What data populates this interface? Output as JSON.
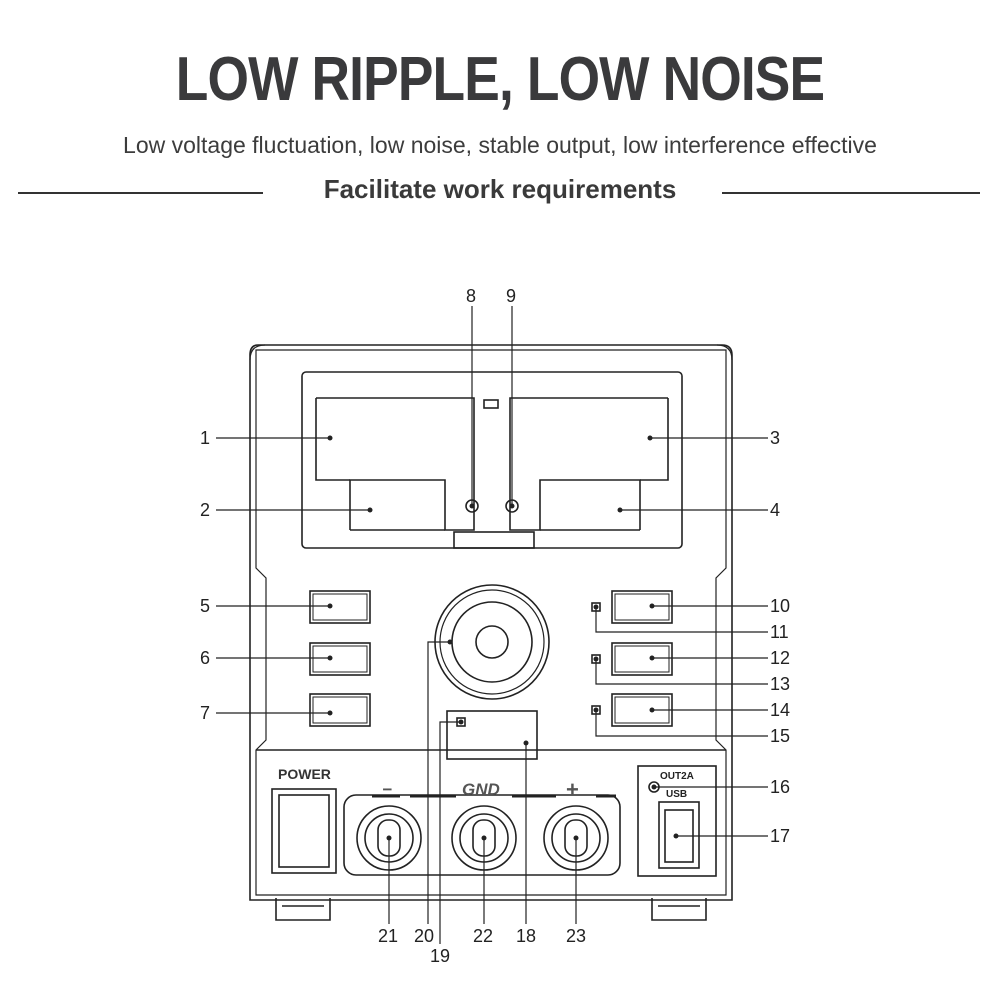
{
  "header": {
    "title": "LOW RIPPLE, LOW NOISE",
    "subtitle": "Low voltage fluctuation, low noise, stable output, low interference effective",
    "section": "Facilitate work requirements"
  },
  "panel": {
    "power_label": "POWER",
    "gnd_label": "GND",
    "minus_label": "−",
    "plus_label": "+",
    "usb_rating": "OUT2A",
    "usb_label": "USB"
  },
  "callouts": [
    "1",
    "2",
    "3",
    "4",
    "5",
    "6",
    "7",
    "8",
    "9",
    "10",
    "11",
    "12",
    "13",
    "14",
    "15",
    "16",
    "17",
    "18",
    "19",
    "20",
    "21",
    "22",
    "23"
  ],
  "colors": {
    "line": "#222222",
    "text": "#3a3a3a"
  }
}
